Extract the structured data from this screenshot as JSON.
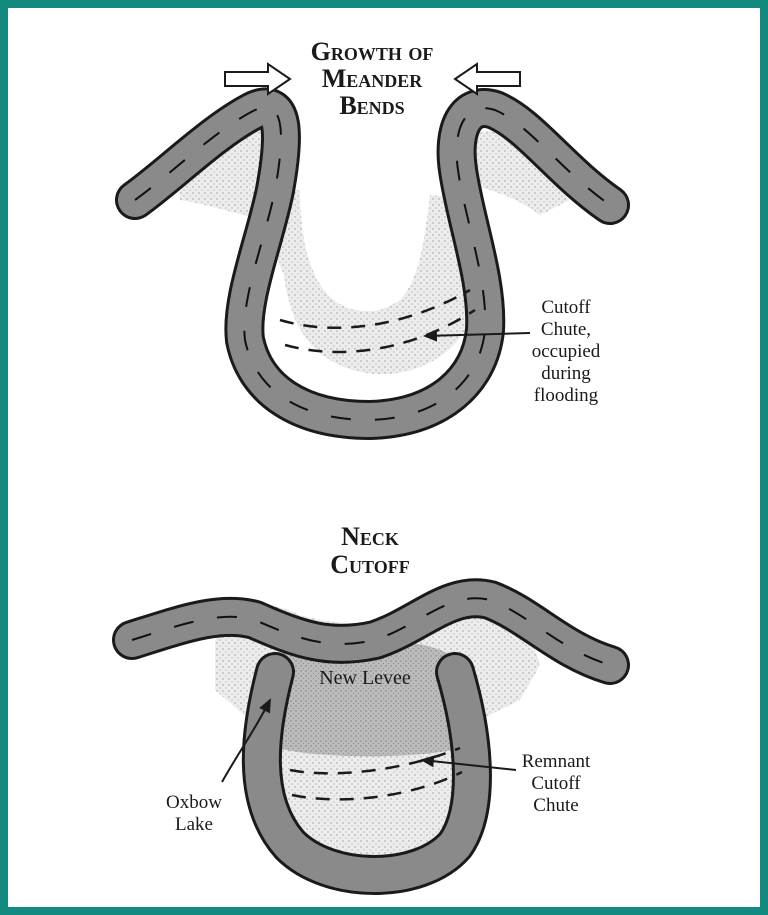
{
  "top": {
    "title_lines": [
      "Growth of",
      "Meander",
      "Bends"
    ],
    "cutoff_chute_lines": [
      "Cutoff",
      "Chute,",
      "occupied",
      "during",
      "flooding"
    ]
  },
  "bottom": {
    "title_lines": [
      "Neck",
      "Cutoff"
    ],
    "new_levee": "New Levee",
    "oxbow_lines": [
      "Oxbow",
      "Lake"
    ],
    "remnant_lines": [
      "Remnant",
      "Cutoff",
      "Chute"
    ]
  },
  "colors": {
    "border": "#138a80",
    "river": "#8a8a8a",
    "floodplain": "#e4e4e4",
    "levee": "#b4b4b4",
    "ink": "#1a1a1a"
  }
}
